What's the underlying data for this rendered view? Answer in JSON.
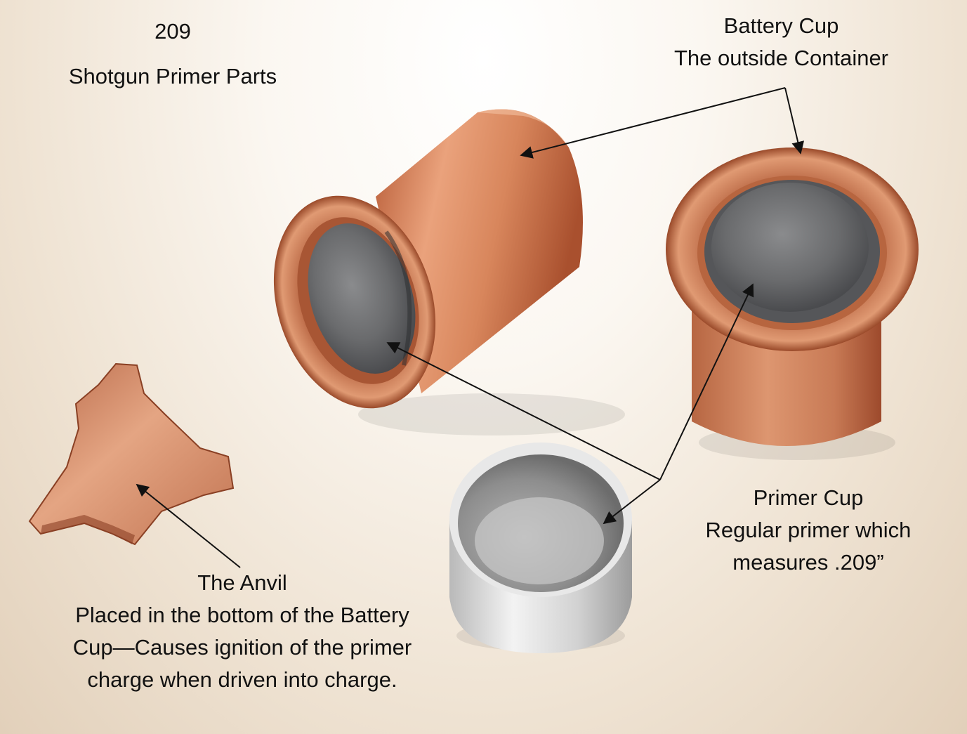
{
  "title": {
    "number": "209",
    "subtitle": "Shotgun Primer Parts"
  },
  "labels": {
    "battery_cup": {
      "heading": "Battery Cup",
      "description": "The outside Container"
    },
    "primer_cup": {
      "heading": "Primer Cup",
      "line1": "Regular primer which",
      "line2": "measures .209”"
    },
    "anvil": {
      "heading": "The Anvil",
      "line1": "Placed in the bottom of the Battery",
      "line2": "Cup—Causes ignition of the primer",
      "line3": "charge when driven into charge."
    }
  },
  "colors": {
    "copper": "#c4714a",
    "copper_light": "#eaa27c",
    "copper_dark": "#8a4024",
    "steel": "#6f7072",
    "silver": "#d9d9d9",
    "arrow": "#111111"
  }
}
